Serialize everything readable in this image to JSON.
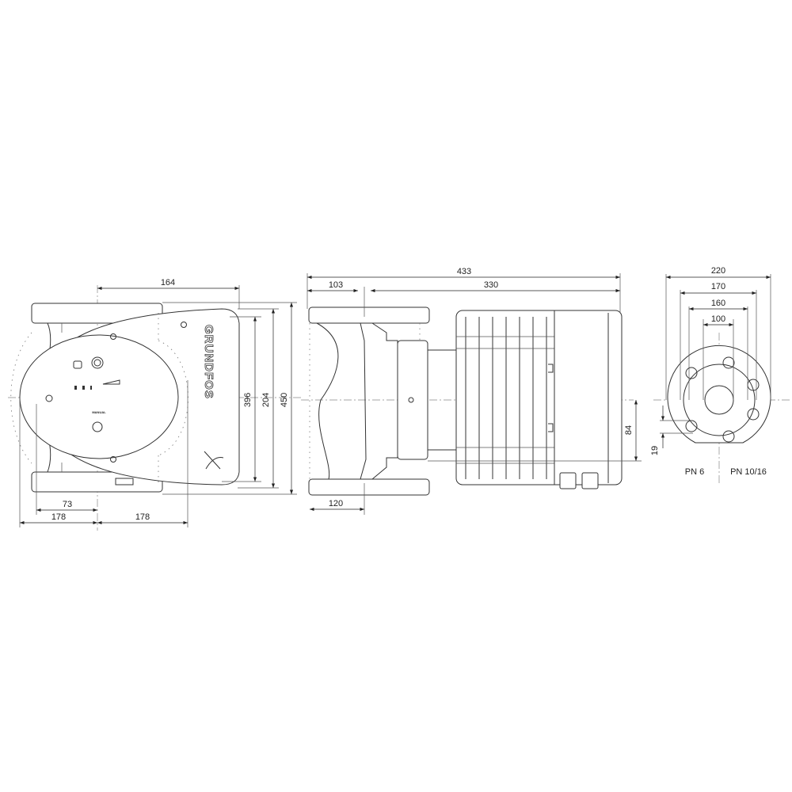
{
  "front_view": {
    "brand_logo": "GRUNDFOS",
    "panel_label": "MANUAL",
    "dimensions": {
      "d164": "164",
      "d396": "396",
      "d204": "204",
      "d450": "450",
      "d73": "73",
      "d178_left": "178",
      "d178_right": "178"
    }
  },
  "side_view": {
    "dimensions": {
      "d433": "433",
      "d103": "103",
      "d330": "330",
      "d84": "84",
      "d120": "120"
    }
  },
  "flange_view": {
    "dimensions": {
      "d220": "220",
      "d170": "170",
      "d160": "160",
      "d100": "100",
      "d19": "19"
    },
    "labels": {
      "pn6": "PN 6",
      "pn10_16": "PN 10/16"
    }
  }
}
